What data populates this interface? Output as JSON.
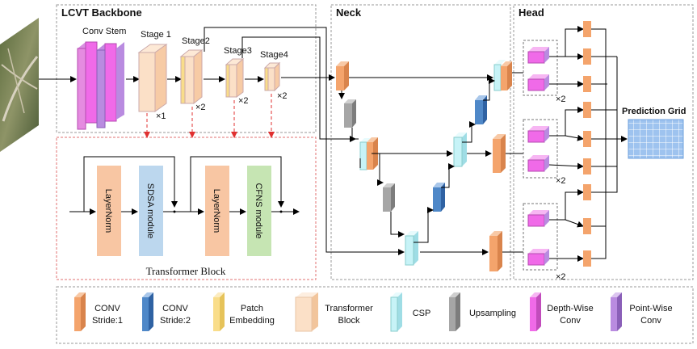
{
  "sections": {
    "backbone": "LCVT Backbone",
    "neck": "Neck",
    "head": "Head"
  },
  "backbone": {
    "conv_stem": "Conv Stem",
    "stages": [
      "Stage 1",
      "Stage2",
      "Stage3",
      "Stage4"
    ],
    "repeats": [
      "×1",
      "×2",
      "×2",
      "×2"
    ]
  },
  "transformer_block": {
    "title": "Transformer Block",
    "modules": [
      "LayerNorm",
      "SDSA module",
      "LayerNorm",
      "CFNS module"
    ]
  },
  "head": {
    "repeats": [
      "×2",
      "×2",
      "×2"
    ],
    "output": "Prediction Grid"
  },
  "legend": [
    {
      "line1": "CONV",
      "line2": "Stride:1",
      "icon": "conv-stride1-icon",
      "color": "#f4a46c"
    },
    {
      "line1": "CONV",
      "line2": "Stride:2",
      "icon": "conv-stride2-icon",
      "color": "#4f88c8"
    },
    {
      "line1": "Patch",
      "line2": "Embedding",
      "icon": "patch-embedding-icon",
      "color": "#f9dd8a"
    },
    {
      "line1": "Transformer",
      "line2": "Block",
      "icon": "transformer-block-icon",
      "color": "#fbe0c7"
    },
    {
      "line1": "CSP",
      "line2": "",
      "icon": "csp-icon",
      "color": "#c7f3f7"
    },
    {
      "line1": "Upsampling",
      "line2": "",
      "icon": "upsampling-icon",
      "color": "#a6a6a6"
    },
    {
      "line1": "Depth-Wise",
      "line2": "Conv",
      "icon": "depthwise-conv-icon",
      "color": "#f06ae8"
    },
    {
      "line1": "Point-Wise",
      "line2": "Conv",
      "icon": "pointwise-conv-icon",
      "color": "#b98be0"
    }
  ],
  "colors": {
    "conv1": "#f4a46c",
    "conv2": "#4f88c8",
    "patch": "#f9dd8a",
    "transformer": "#fbe0c7",
    "csp": "#c7f3f7",
    "upsampling": "#a6a6a6",
    "depthwise": "#f06ae8",
    "pointwise": "#b98be0",
    "layernorm": "#f8c6a3",
    "sdsa": "#bcd7ee",
    "cfns": "#c6e5b3",
    "grid": "#9ec3ef",
    "dash_red": "#e03030"
  }
}
